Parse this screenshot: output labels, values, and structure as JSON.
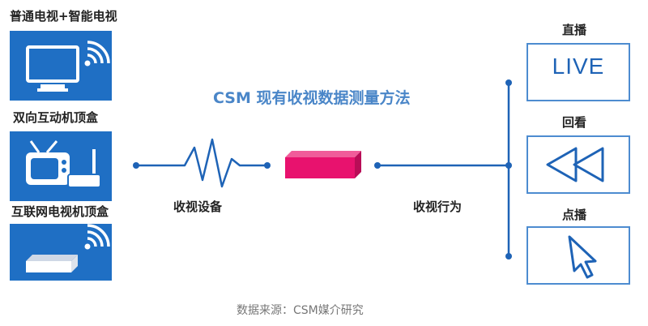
{
  "diagram_title": "CSM 现有收视数据测量方法",
  "devices": [
    {
      "label": "普通电视+智能电视",
      "icon": "smart-tv-icon"
    },
    {
      "label": "双向互动机顶盒",
      "icon": "interactive-set-top-box-icon"
    },
    {
      "label": "互联网电视机顶盒",
      "icon": "internet-tv-box-icon"
    }
  ],
  "device_caption": "收视设备",
  "behavior_caption": "收视行为",
  "behaviors": [
    {
      "label": "直播",
      "icon_text": "LIVE",
      "icon": "live-icon"
    },
    {
      "label": "回看",
      "icon": "rewind-icon"
    },
    {
      "label": "点播",
      "icon": "cursor-icon"
    }
  ],
  "source_note": "数据来源：CSM媒介研究",
  "colors": {
    "device_panel": "#1f6fc4",
    "line": "#1e63b6",
    "accent_title": "#4a86c8",
    "meter": "#e8126e",
    "behavior_border": "#4d8cd0"
  }
}
